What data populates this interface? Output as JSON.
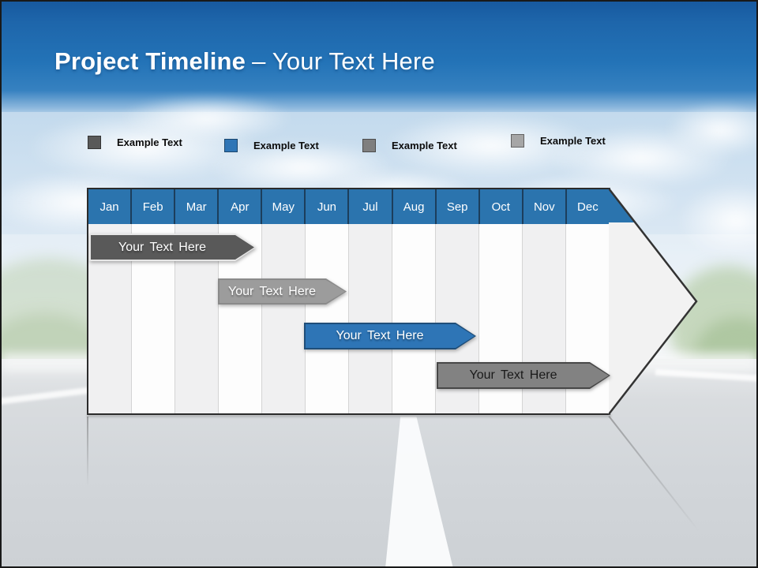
{
  "slide": {
    "title": {
      "bold": "Project Timeline",
      "light": "– Your Text Here"
    }
  },
  "legend": {
    "items": [
      {
        "label": "Example Text",
        "color": "#595959"
      },
      {
        "label": "Example Text",
        "color": "#2E75B6"
      },
      {
        "label": "Example Text",
        "color": "#7F7F7F"
      },
      {
        "label": "Example Text",
        "color": "#A6A6A6"
      }
    ]
  },
  "timeline": {
    "months": [
      "Jan",
      "Feb",
      "Mar",
      "Apr",
      "May",
      "Jun",
      "Jul",
      "Aug",
      "Sep",
      "Oct",
      "Nov",
      "Dec"
    ],
    "header_color": "#2B74AE",
    "arrow_fill": "#F2F2F2",
    "stripe_odd_color": "#F0F0F1",
    "stripe_even_color": "#FDFDFD",
    "bars": [
      {
        "label": "Your Text Here",
        "fill": "#595959",
        "border": "#E6E6E6",
        "text_color": "#FFFFFF",
        "starts_month": "Jan",
        "ends_month": "Apr"
      },
      {
        "label": "Your Text Here",
        "fill": "#9C9C9C",
        "border": "#8A8A8A",
        "text_color": "#FFFFFF",
        "starts_month": "Apr",
        "ends_month": "Jun"
      },
      {
        "label": "Your Text Here",
        "fill": "#2E75B6",
        "border": "#1F4E79",
        "text_color": "#FFFFFF",
        "starts_month": "Jun",
        "ends_month": "Sep"
      },
      {
        "label": "Your Text Here",
        "fill": "#828282",
        "border": "#474747",
        "text_color": "#1A1A1A",
        "starts_month": "Sep",
        "ends_month": "Dec"
      }
    ]
  }
}
